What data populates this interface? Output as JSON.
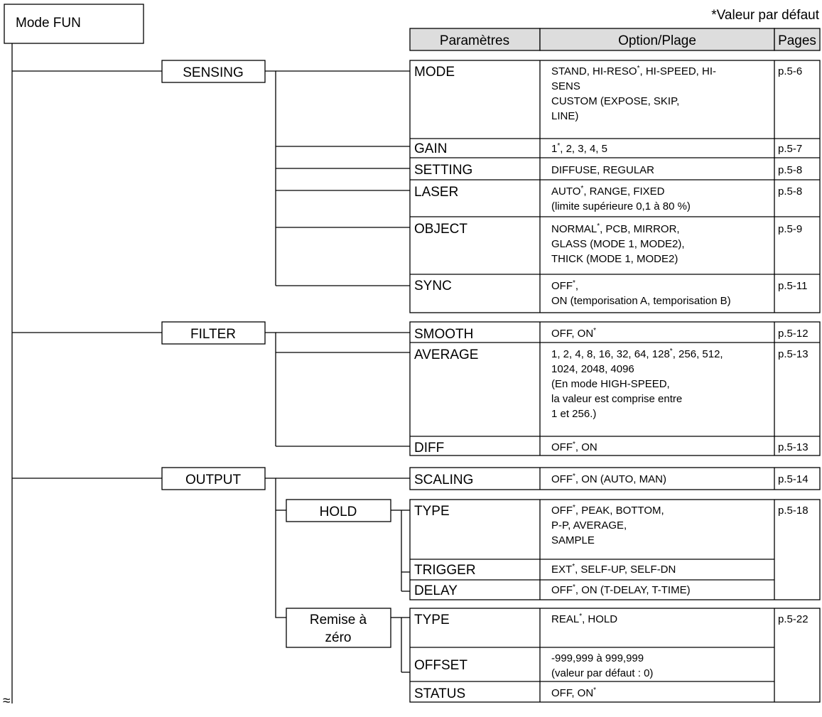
{
  "root": "Mode FUN",
  "default_note": "*Valeur par défaut",
  "headers": {
    "param": "Paramètres",
    "option": "Option/Plage",
    "pages": "Pages"
  },
  "groups": {
    "sensing": "SENSING",
    "filter": "FILTER",
    "output": "OUTPUT",
    "hold": "HOLD",
    "zero_1": "Remise à",
    "zero_2": "zéro"
  },
  "rows": {
    "mode": {
      "param": "MODE",
      "opt": [
        "STAND, HI-RESO*, HI-SPEED, HI-",
        "SENS",
        "CUSTOM (EXPOSE, SKIP,",
        "LINE)"
      ],
      "page": "p.5-6"
    },
    "gain": {
      "param": "GAIN",
      "opt": [
        "1*, 2, 3, 4, 5"
      ],
      "page": "p.5-7"
    },
    "setting": {
      "param": "SETTING",
      "opt": [
        "DIFFUSE, REGULAR"
      ],
      "page": "p.5-8"
    },
    "laser": {
      "param": "LASER",
      "opt": [
        "AUTO*, RANGE, FIXED",
        "(limite supérieure 0,1 à 80 %)"
      ],
      "page": "p.5-8"
    },
    "object": {
      "param": "OBJECT",
      "opt": [
        "NORMAL*, PCB, MIRROR,",
        "GLASS (MODE 1, MODE2),",
        "THICK (MODE 1, MODE2)"
      ],
      "page": "p.5-9"
    },
    "sync": {
      "param": "SYNC",
      "opt": [
        "OFF*,",
        "ON (temporisation A, temporisation B)"
      ],
      "page": "p.5-11"
    },
    "smooth": {
      "param": "SMOOTH",
      "opt": [
        "OFF, ON*"
      ],
      "page": "p.5-12"
    },
    "average": {
      "param": "AVERAGE",
      "opt": [
        "1, 2, 4, 8, 16, 32, 64, 128*, 256, 512,",
        "1024, 2048, 4096",
        "(En mode HIGH-SPEED,",
        "la valeur est comprise entre",
        "1 et 256.)"
      ],
      "page": "p.5-13"
    },
    "diff": {
      "param": "DIFF",
      "opt": [
        "OFF*, ON"
      ],
      "page": "p.5-13"
    },
    "scaling": {
      "param": "SCALING",
      "opt": [
        "OFF*, ON (AUTO, MAN)"
      ],
      "page": "p.5-14"
    },
    "htype": {
      "param": "TYPE",
      "opt": [
        "OFF*, PEAK, BOTTOM,",
        "P-P, AVERAGE,",
        "SAMPLE"
      ],
      "page": "p.5-18"
    },
    "trigger": {
      "param": "TRIGGER",
      "opt": [
        "EXT*, SELF-UP, SELF-DN"
      ],
      "page": ""
    },
    "delay": {
      "param": "DELAY",
      "opt": [
        "OFF*, ON (T-DELAY, T-TIME)"
      ],
      "page": ""
    },
    "ztype": {
      "param": "TYPE",
      "opt": [
        "REAL*, HOLD"
      ],
      "page": "p.5-22"
    },
    "offset": {
      "param": "OFFSET",
      "opt": [
        "-999,999 à 999,999",
        "(valeur par défaut : 0)"
      ],
      "page": ""
    },
    "status": {
      "param": "STATUS",
      "opt": [
        "OFF, ON*"
      ],
      "page": ""
    }
  },
  "continuation_symbol": "≈"
}
